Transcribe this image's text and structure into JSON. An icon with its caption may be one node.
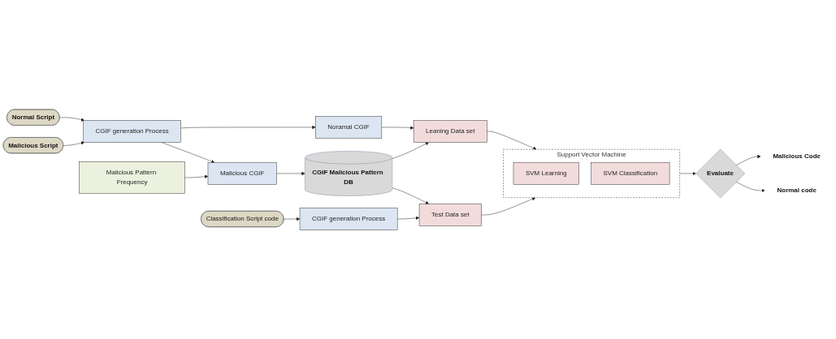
{
  "diagram": {
    "nodes": [
      {
        "text": [
          "Normal Script"
        ]
      },
      {
        "text": [
          "Malicious Script"
        ]
      },
      {
        "text": [
          "CGIF generation Process"
        ]
      },
      {
        "text": [
          "Noramal CGIF"
        ]
      },
      {
        "text": [
          "Malicious CGIF"
        ]
      },
      {
        "text": [
          "Leaning Data set"
        ]
      },
      {
        "text": [
          "CGIF Malicious Pattern DB"
        ]
      },
      {
        "text": [
          "Malicious Pattern Frequency"
        ]
      },
      {
        "text": [
          "Support Vector Machine"
        ]
      },
      {
        "text": [
          "SVM Learning"
        ],
        "in": 8
      },
      {
        "text": [
          "SVM Classification"
        ],
        "in": 8
      },
      {
        "text": [
          "Classification Script code"
        ]
      },
      {
        "text": [
          "CGIF generation Process"
        ]
      },
      {
        "text": [
          "Test Data set"
        ]
      },
      {
        "text": [
          "Evaluate"
        ]
      },
      {
        "text": [
          "Malicious Code"
        ]
      },
      {
        "text": [
          "Normal code"
        ]
      }
    ],
    "edges": [
      {
        "from": 0,
        "to": 2,
        "arrow": "to"
      },
      {
        "from": 1,
        "to": 2,
        "arrow": "to"
      },
      {
        "from": 2,
        "to": 3,
        "arrow": "to"
      },
      {
        "from": 2,
        "to": 4,
        "arrow": "to"
      },
      {
        "from": 3,
        "to": 5,
        "arrow": "to"
      },
      {
        "from": 4,
        "to": 6,
        "arrow": "to"
      },
      {
        "from": 7,
        "to": 4,
        "arrow": "to"
      },
      {
        "from": 6,
        "to": 5,
        "arrow": "to"
      },
      {
        "from": 6,
        "to": 13,
        "arrow": "to"
      },
      {
        "from": 5,
        "to": 8,
        "arrow": "to"
      },
      {
        "from": 13,
        "to": 8,
        "arrow": "to"
      },
      {
        "from": 11,
        "to": 12,
        "arrow": "to"
      },
      {
        "from": 12,
        "to": 13,
        "arrow": "to"
      },
      {
        "from": 8,
        "to": 14,
        "arrow": "to"
      },
      {
        "from": 14,
        "to": 15,
        "arrow": "to"
      },
      {
        "from": 14,
        "to": 16,
        "arrow": "to"
      }
    ]
  }
}
